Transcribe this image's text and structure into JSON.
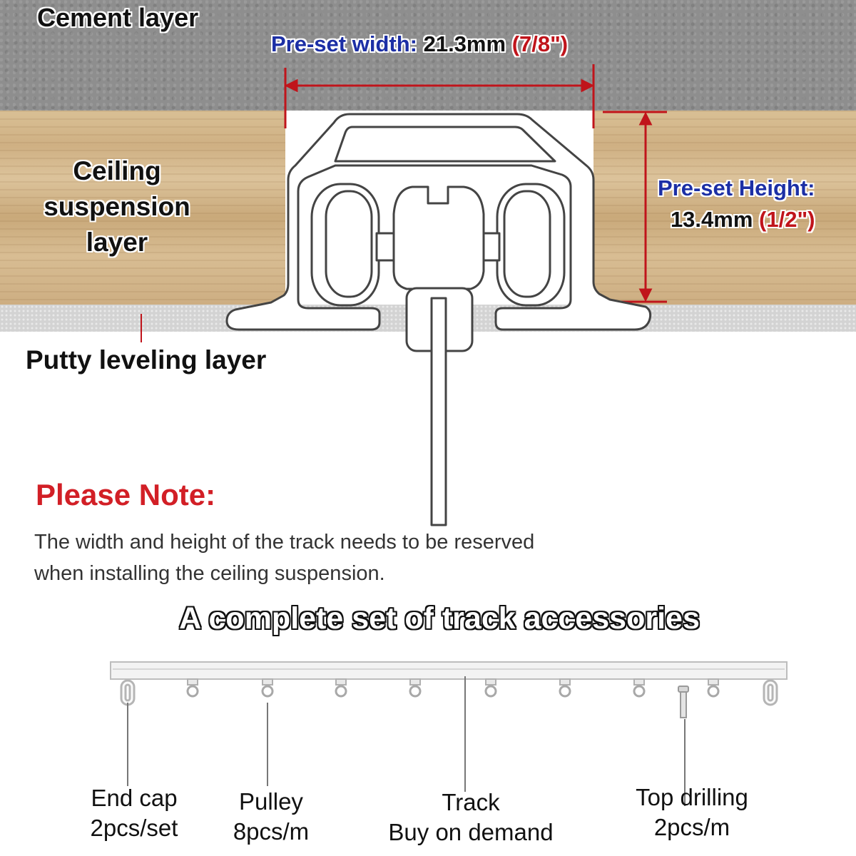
{
  "layers": {
    "cement": "Cement layer",
    "ceiling_line1": "Ceiling",
    "ceiling_line2": "suspension",
    "ceiling_line3": "layer",
    "putty": "Putty leveling layer"
  },
  "dimensions": {
    "width_label": "Pre-set width:",
    "width_mm": "21.3mm",
    "width_inch": "(7/8\")",
    "height_label": "Pre-set Height:",
    "height_mm": "13.4mm",
    "height_inch": "(1/2\")"
  },
  "note": {
    "title": "Please Note:",
    "body": "The width and height of the track needs to be reserved when installing the ceiling suspension."
  },
  "accessories": {
    "title": "A complete set of track accessories",
    "end_cap_name": "End cap",
    "end_cap_qty": "2pcs/set",
    "pulley_name": "Pulley",
    "pulley_qty": "8pcs/m",
    "track_name": "Track",
    "track_qty": "Buy on demand",
    "drilling_name": "Top drilling",
    "drilling_qty": "2pcs/m"
  },
  "colors": {
    "dimension_line": "#c0141b",
    "label_blue": "#1c2fa5",
    "note_red": "#d21f26"
  }
}
